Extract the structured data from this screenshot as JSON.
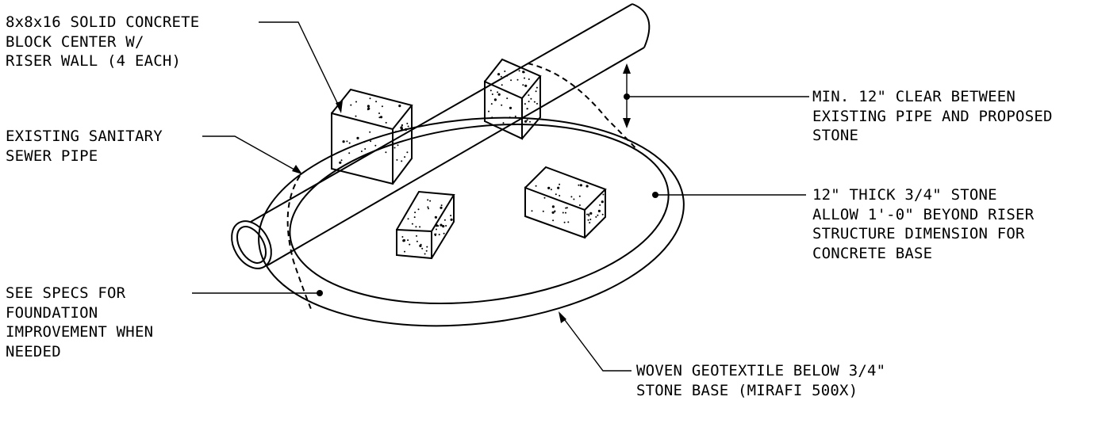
{
  "labels": {
    "block_center": [
      "8x8x16 SOLID CONCRETE",
      "BLOCK CENTER W/",
      "RISER WALL (4 EACH)"
    ],
    "sewer_pipe": [
      "EXISTING SANITARY",
      "SEWER PIPE"
    ],
    "specs": [
      "SEE SPECS FOR",
      "FOUNDATION",
      "IMPROVEMENT WHEN",
      "NEEDED"
    ],
    "clearance": [
      "MIN. 12\" CLEAR BETWEEN",
      "EXISTING PIPE AND PROPOSED",
      "STONE"
    ],
    "stone": [
      "12\" THICK 3/4\" STONE",
      "ALLOW 1'-0\" BEYOND RISER",
      "STRUCTURE DIMENSION FOR",
      "CONCRETE BASE"
    ],
    "geotextile": [
      "WOVEN GEOTEXTILE BELOW 3/4\"",
      "STONE BASE (MIRAFI 500X)"
    ]
  },
  "colors": {
    "line": "#000000",
    "background": "#ffffff"
  }
}
